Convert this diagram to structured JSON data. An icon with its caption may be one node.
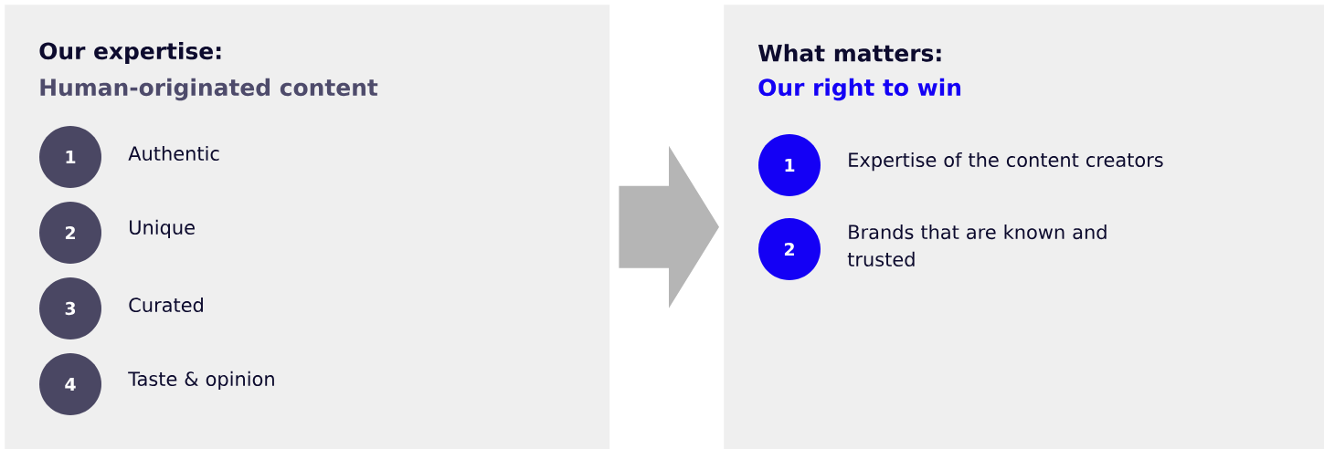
{
  "diagram": {
    "nodes": [
      {
        "text": [
          "Our expertise:",
          "Human-originated content"
        ]
      },
      {
        "text": [
          "1"
        ],
        "beside": [
          "Authentic"
        ],
        "in": 0
      },
      {
        "text": [
          "2"
        ],
        "beside": [
          "Unique"
        ],
        "in": 0
      },
      {
        "text": [
          "3"
        ],
        "beside": [
          "Curated"
        ],
        "in": 0
      },
      {
        "text": [
          "4"
        ],
        "beside": [
          "Taste & opinion"
        ],
        "in": 0
      },
      {
        "text": [
          "What matters:",
          "Our right to win"
        ]
      },
      {
        "text": [
          "1"
        ],
        "beside": [
          "Expertise of the content creators"
        ],
        "in": 5
      },
      {
        "text": [
          "2"
        ],
        "beside": [
          "Brands that are known and trusted"
        ],
        "in": 5
      }
    ],
    "edges": [
      {
        "from": 0,
        "to": 5,
        "arrow": "to"
      }
    ]
  }
}
